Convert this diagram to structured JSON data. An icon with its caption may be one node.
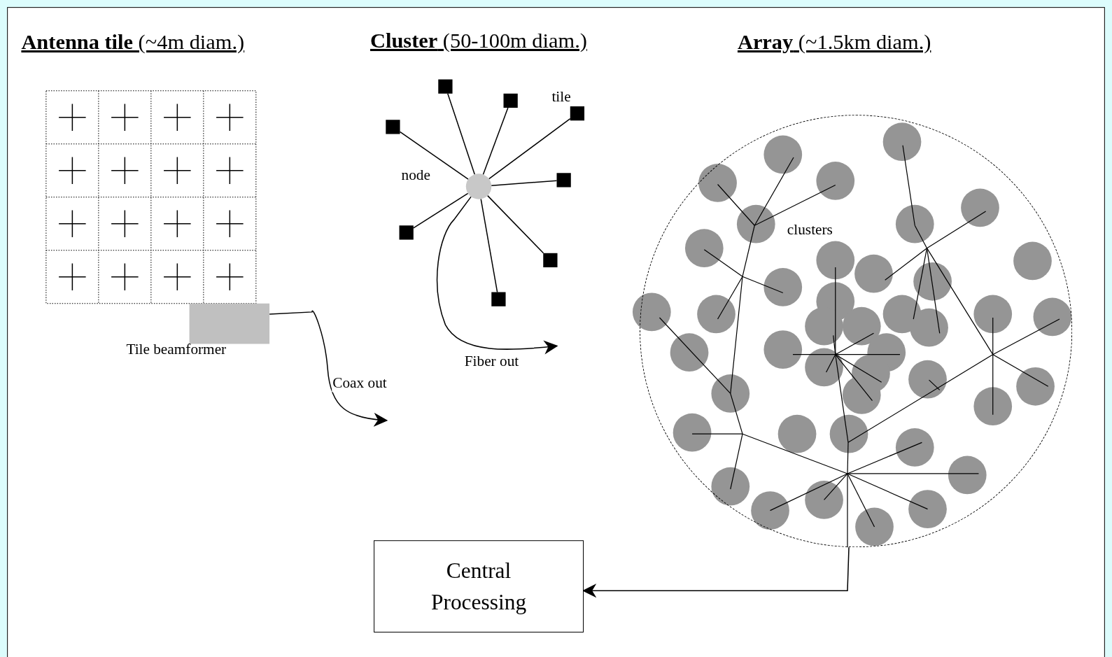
{
  "diagram": {
    "nodes": [
      {
        "text": [
          "Tile beamformer"
        ]
      },
      {
        "text": [],
        "shape": "circle",
        "beside": [
          "node"
        ]
      },
      {
        "text": [],
        "shape": "box"
      },
      {
        "text": [],
        "shape": "box"
      },
      {
        "text": [],
        "shape": "box"
      },
      {
        "text": [],
        "shape": "box"
      },
      {
        "text": [],
        "shape": "box"
      },
      {
        "text": [],
        "shape": "box"
      },
      {
        "text": [],
        "shape": "box"
      },
      {
        "text": [],
        "shape": "box"
      },
      {
        "text": [],
        "shape": "circle"
      },
      {
        "text": [
          "Central Processing"
        ]
      }
    ],
    "edges": [
      {
        "from": 0,
        "to": null,
        "arrow": "to",
        "label": "Coax out"
      },
      {
        "from": 1,
        "to": 2,
        "arrow": "none"
      },
      {
        "from": 1,
        "to": 3,
        "arrow": "none"
      },
      {
        "from": 1,
        "to": 4,
        "arrow": "none"
      },
      {
        "from": 1,
        "to": 5,
        "arrow": "none"
      },
      {
        "from": 1,
        "to": 6,
        "arrow": "none"
      },
      {
        "from": 1,
        "to": 7,
        "arrow": "none"
      },
      {
        "from": 1,
        "to": 8,
        "arrow": "none"
      },
      {
        "from": 1,
        "to": 9,
        "arrow": "none"
      },
      {
        "from": 1,
        "to": null,
        "arrow": "to",
        "label": "Fiber out"
      },
      {
        "from": 10,
        "to": 11,
        "arrow": "to"
      }
    ],
    "labels": [
      "**Antenna tile** (~4m diam.)",
      "**Cluster** (50-100m diam.)",
      "**Array** (~1.5km diam.)",
      "tile",
      "clusters"
    ]
  }
}
